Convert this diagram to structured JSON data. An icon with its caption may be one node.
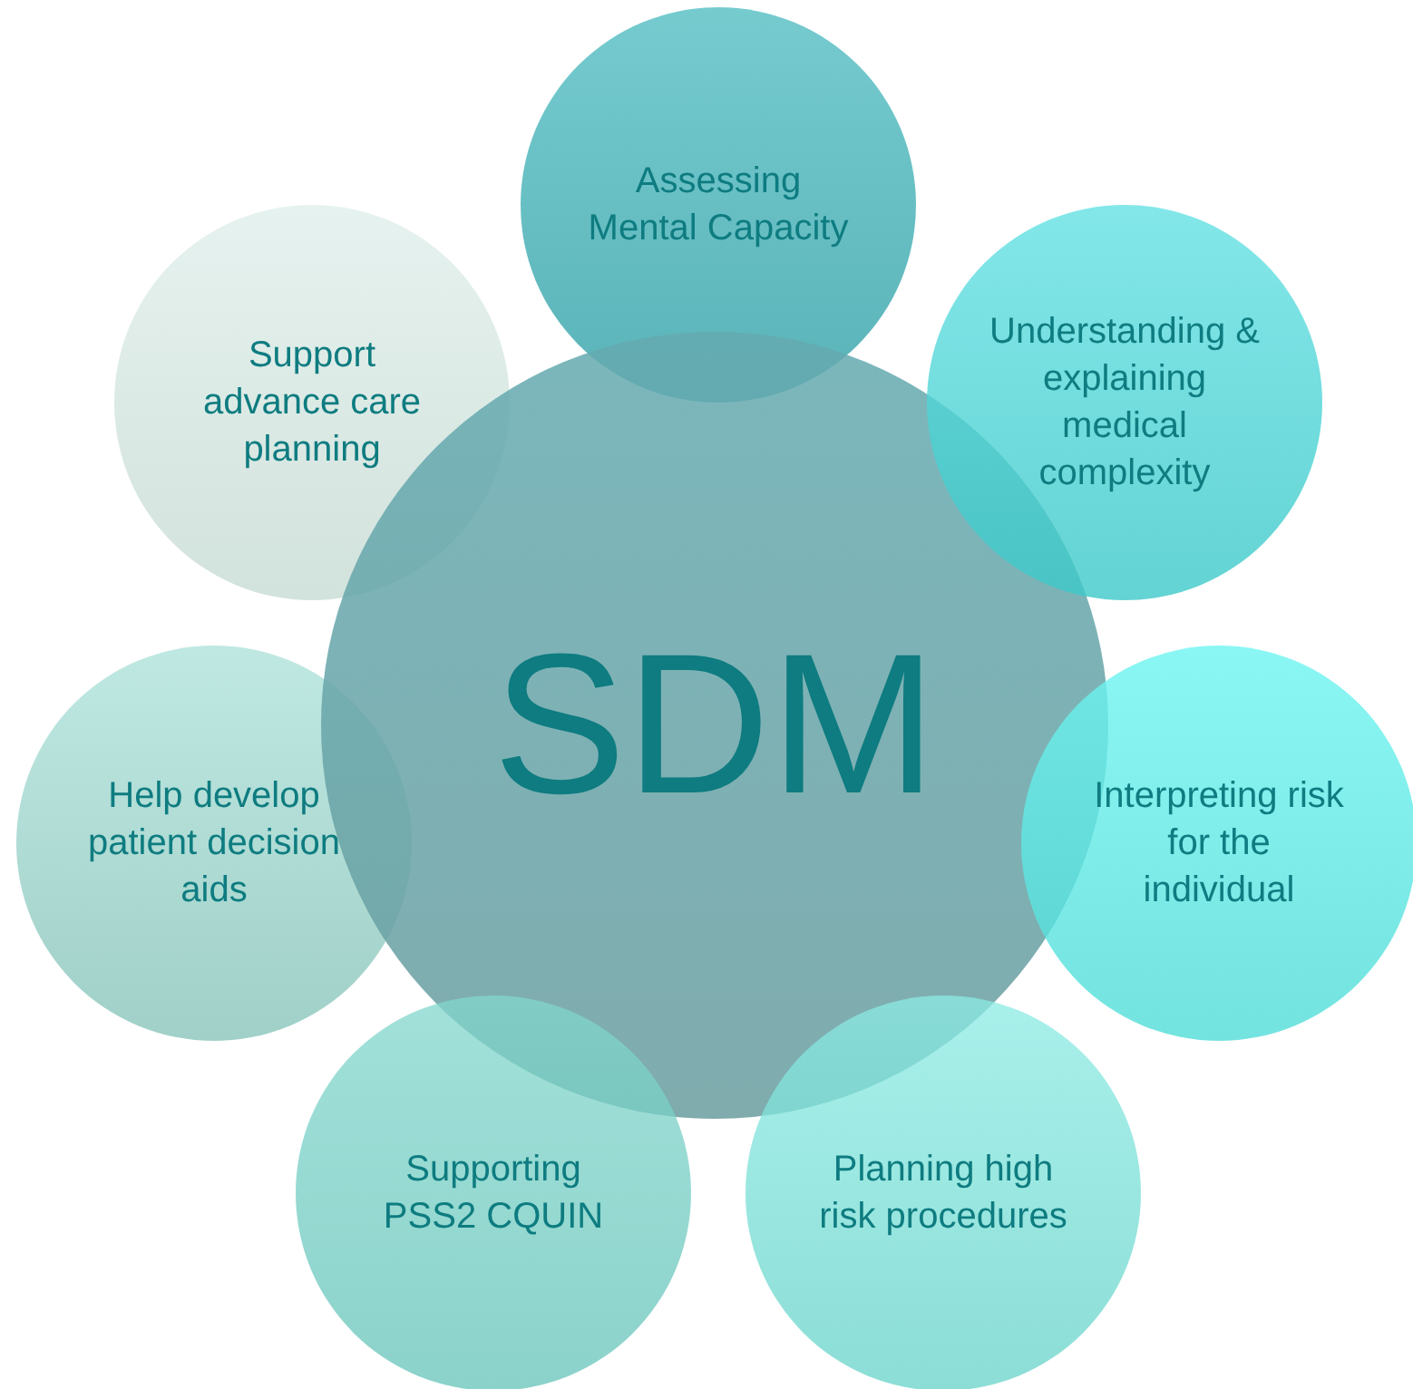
{
  "diagram": {
    "nodes": [
      {
        "text": [
          "SDM"
        ]
      },
      {
        "text": [
          "Assessing Mental Capacity"
        ]
      },
      {
        "text": [
          "Understanding & explaining medical complexity"
        ]
      },
      {
        "text": [
          "Interpreting risk for the individual"
        ]
      },
      {
        "text": [
          "Planning high risk procedures"
        ]
      },
      {
        "text": [
          "Supporting PSS2 CQUIN"
        ]
      },
      {
        "text": [
          "Help develop patient decision aids"
        ]
      },
      {
        "text": [
          "Support advance care planning"
        ]
      }
    ]
  }
}
